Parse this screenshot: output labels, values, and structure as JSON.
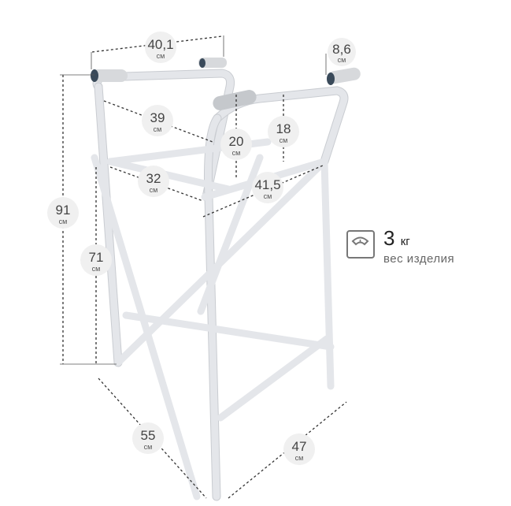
{
  "dimensions": {
    "top_width": {
      "value": "40,1",
      "unit": "см"
    },
    "handle_diameter": {
      "value": "8,6",
      "unit": "см"
    },
    "diag_top": {
      "value": "39",
      "unit": "см"
    },
    "inner_height": {
      "value": "20",
      "unit": "см"
    },
    "side_height": {
      "value": "18",
      "unit": "см"
    },
    "inner_width": {
      "value": "32",
      "unit": "см"
    },
    "inner_length": {
      "value": "41,5",
      "unit": "см"
    },
    "total_height": {
      "value": "91",
      "unit": "см"
    },
    "tray_height": {
      "value": "71",
      "unit": "см"
    },
    "base_length": {
      "value": "55",
      "unit": "см"
    },
    "base_width": {
      "value": "47",
      "unit": "см"
    }
  },
  "weight": {
    "value": "3",
    "unit": "кг",
    "caption": "вес изделия",
    "icon": "scale-icon"
  }
}
